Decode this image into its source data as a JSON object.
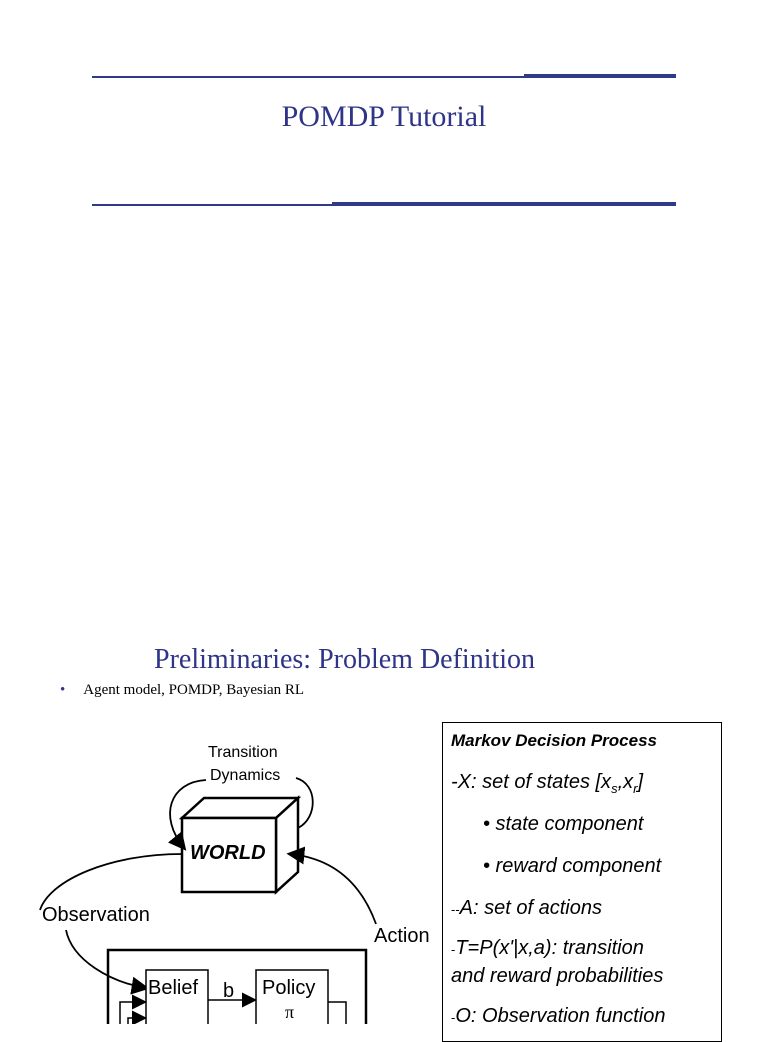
{
  "slide1": {
    "title": "POMDP Tutorial"
  },
  "slide2": {
    "title": "Preliminaries:  Problem Definition",
    "bullets": [
      "Agent model, POMDP, Bayesian RL"
    ],
    "diagram": {
      "transition_label_1": "Transition",
      "transition_label_2": "Dynamics",
      "world_label": "WORLD",
      "observation_label": "Observation",
      "action_label": "Action",
      "belief_label": "Belief",
      "b_label": "b",
      "policy_label": "Policy",
      "pi_label": "π"
    },
    "mdp": {
      "heading": "Markov Decision Process",
      "x_prefix": "-X: set of states  [x",
      "x_sub_s": "s",
      "x_comma": ",x",
      "x_sub_r": "r",
      "x_suffix": "]",
      "state_component": "• state component",
      "reward_component": "• reward component",
      "a_prefix": "--",
      "a_text": "A: set of actions",
      "t_prefix": "-",
      "t_text_1": "T=P(x'|x,a): transition",
      "t_text_2": "and reward probabilities",
      "o_prefix": "-",
      "o_text": "O: Observation function"
    }
  }
}
